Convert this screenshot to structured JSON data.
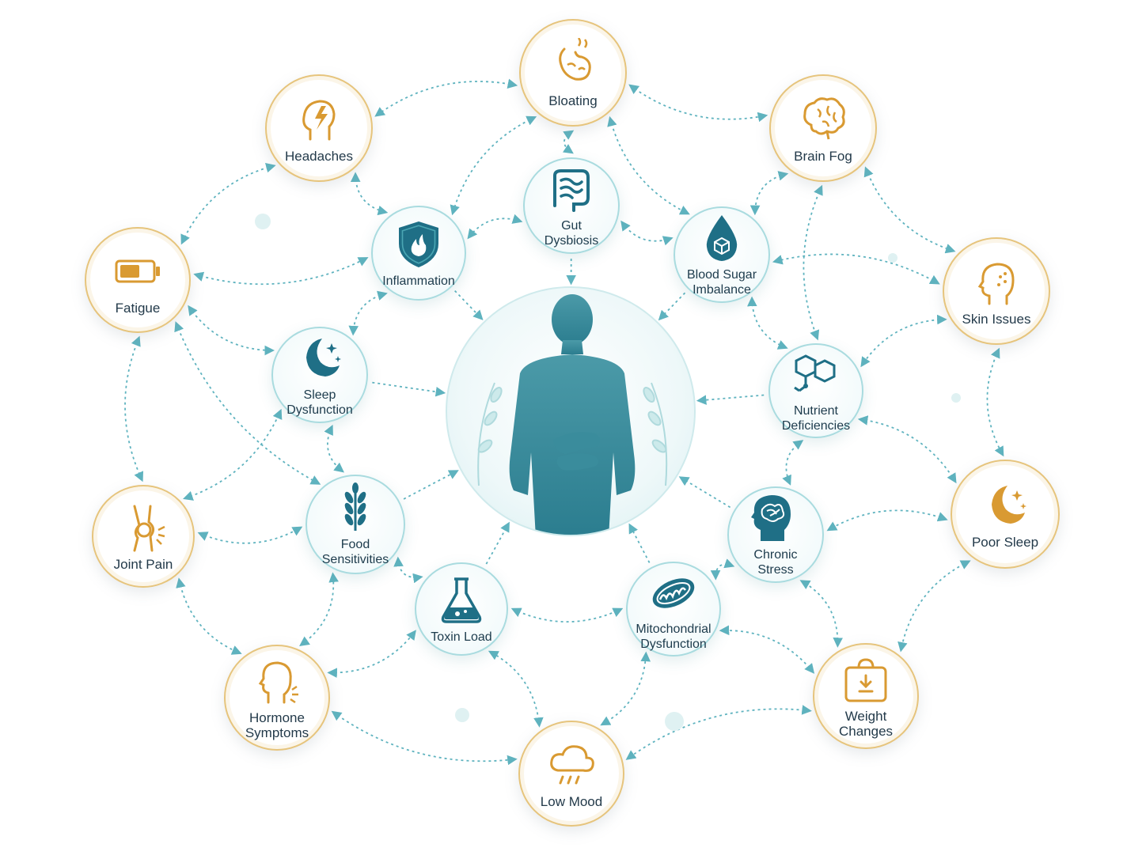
{
  "colors": {
    "teal_dark": "#1f6f86",
    "teal": "#4aa6b3",
    "gold": "#d99a32",
    "line": "#5fb3bf"
  },
  "center": {
    "icon": "human-figure-holding-stomach-icon"
  },
  "nodes": [
    {
      "id": "bloating",
      "label": "Bloating",
      "kind": "outer",
      "icon": "stomach-icon"
    },
    {
      "id": "headaches",
      "label": "Headaches",
      "kind": "outer",
      "icon": "head-lightning-icon"
    },
    {
      "id": "brain-fog",
      "label": "Brain Fog",
      "kind": "outer",
      "icon": "brain-icon"
    },
    {
      "id": "fatigue",
      "label": "Fatigue",
      "kind": "outer",
      "icon": "low-battery-icon"
    },
    {
      "id": "skin-issues",
      "label": "Skin Issues",
      "kind": "outer",
      "icon": "face-spots-icon"
    },
    {
      "id": "joint-pain",
      "label": "Joint Pain",
      "kind": "outer",
      "icon": "knee-joint-icon"
    },
    {
      "id": "poor-sleep",
      "label": "Poor Sleep",
      "kind": "outer",
      "icon": "moon-stars-icon"
    },
    {
      "id": "hormone-symptoms",
      "label": "Hormone\nSymptoms",
      "kind": "outer",
      "icon": "head-profile-icon"
    },
    {
      "id": "weight-changes",
      "label": "Weight\nChanges",
      "kind": "outer",
      "icon": "scale-icon"
    },
    {
      "id": "low-mood",
      "label": "Low Mood",
      "kind": "outer",
      "icon": "rain-cloud-icon"
    },
    {
      "id": "gut-dysbiosis",
      "label": "Gut\nDysbiosis",
      "kind": "inner",
      "icon": "intestine-icon"
    },
    {
      "id": "inflammation",
      "label": "Inflammation",
      "kind": "inner",
      "icon": "shield-flame-icon"
    },
    {
      "id": "blood-sugar",
      "label": "Blood Sugar\nImbalance",
      "kind": "inner",
      "icon": "drop-sugar-cube-icon"
    },
    {
      "id": "sleep-dysfunction",
      "label": "Sleep\nDysfunction",
      "kind": "inner",
      "icon": "moon-stars-icon"
    },
    {
      "id": "nutrient-deficiencies",
      "label": "Nutrient\nDeficiencies",
      "kind": "inner",
      "icon": "molecule-icon"
    },
    {
      "id": "food-sensitivities",
      "label": "Food\nSensitivities",
      "kind": "inner",
      "icon": "wheat-icon"
    },
    {
      "id": "chronic-stress",
      "label": "Chronic\nStress",
      "kind": "inner",
      "icon": "tangled-head-icon"
    },
    {
      "id": "toxin-load",
      "label": "Toxin Load",
      "kind": "inner",
      "icon": "flask-icon"
    },
    {
      "id": "mitochondrial-dysfunction",
      "label": "Mitochondrial\nDysfunction",
      "kind": "inner",
      "icon": "mitochondria-icon"
    }
  ],
  "links": [
    [
      "bloating",
      "gut-dysbiosis"
    ],
    [
      "bloating",
      "headaches"
    ],
    [
      "bloating",
      "brain-fog"
    ],
    [
      "bloating",
      "inflammation"
    ],
    [
      "bloating",
      "blood-sugar"
    ],
    [
      "headaches",
      "fatigue"
    ],
    [
      "headaches",
      "inflammation"
    ],
    [
      "brain-fog",
      "skin-issues"
    ],
    [
      "brain-fog",
      "blood-sugar"
    ],
    [
      "brain-fog",
      "nutrient-deficiencies"
    ],
    [
      "fatigue",
      "inflammation"
    ],
    [
      "fatigue",
      "sleep-dysfunction"
    ],
    [
      "fatigue",
      "joint-pain"
    ],
    [
      "fatigue",
      "food-sensitivities"
    ],
    [
      "skin-issues",
      "blood-sugar"
    ],
    [
      "skin-issues",
      "nutrient-deficiencies"
    ],
    [
      "skin-issues",
      "poor-sleep"
    ],
    [
      "joint-pain",
      "food-sensitivities"
    ],
    [
      "joint-pain",
      "hormone-symptoms"
    ],
    [
      "joint-pain",
      "sleep-dysfunction"
    ],
    [
      "poor-sleep",
      "chronic-stress"
    ],
    [
      "poor-sleep",
      "weight-changes"
    ],
    [
      "poor-sleep",
      "nutrient-deficiencies"
    ],
    [
      "hormone-symptoms",
      "low-mood"
    ],
    [
      "hormone-symptoms",
      "toxin-load"
    ],
    [
      "hormone-symptoms",
      "food-sensitivities"
    ],
    [
      "weight-changes",
      "low-mood"
    ],
    [
      "weight-changes",
      "mitochondrial-dysfunction"
    ],
    [
      "weight-changes",
      "chronic-stress"
    ],
    [
      "low-mood",
      "toxin-load"
    ],
    [
      "low-mood",
      "mitochondrial-dysfunction"
    ],
    [
      "gut-dysbiosis",
      "inflammation"
    ],
    [
      "gut-dysbiosis",
      "blood-sugar"
    ],
    [
      "inflammation",
      "sleep-dysfunction"
    ],
    [
      "blood-sugar",
      "nutrient-deficiencies"
    ],
    [
      "sleep-dysfunction",
      "food-sensitivities"
    ],
    [
      "nutrient-deficiencies",
      "chronic-stress"
    ],
    [
      "food-sensitivities",
      "toxin-load"
    ],
    [
      "chronic-stress",
      "mitochondrial-dysfunction"
    ],
    [
      "toxin-load",
      "mitochondrial-dysfunction"
    ]
  ]
}
